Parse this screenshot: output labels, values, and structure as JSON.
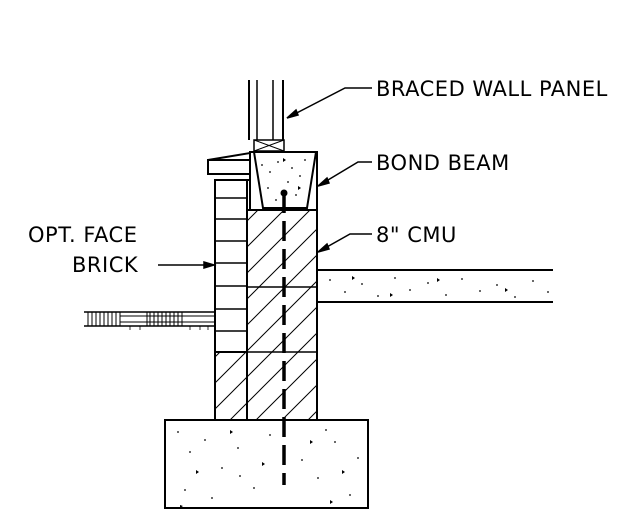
{
  "labels": {
    "braced_wall_panel": "BRACED WALL PANEL",
    "bond_beam": "BOND BEAM",
    "cmu": "8\" CMU",
    "opt_face": "OPT. FACE",
    "brick": "BRICK"
  },
  "colors": {
    "line": "#000000",
    "background": "#ffffff"
  }
}
